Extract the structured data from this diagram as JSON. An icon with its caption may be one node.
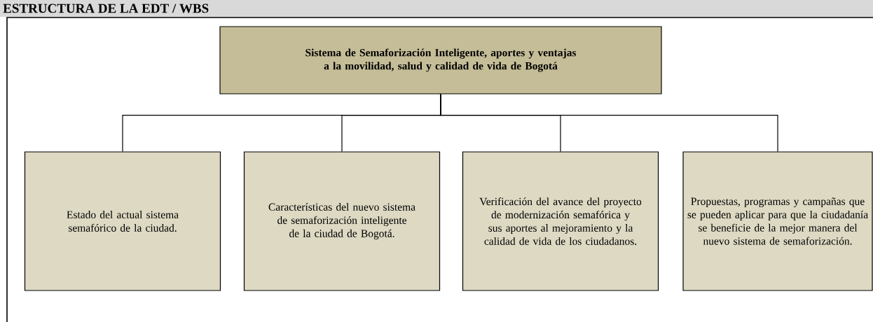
{
  "diagram": {
    "title": "ESTRUCTURA DE LA EDT / WBS",
    "nodes": [
      {
        "text": [
          "**Sistema de Semaforización Inteligente, aportes y ventajas a la movilidad, salud y calidad de vida de Bogotá**"
        ]
      },
      {
        "text": [
          "Estado del actual sistema semafórico de la ciudad."
        ]
      },
      {
        "text": [
          "Características del nuevo sistema de semaforización inteligente de la ciudad de Bogotá."
        ]
      },
      {
        "text": [
          "Verificación del avance del proyecto de modernización semafórica y sus aportes al mejoramiento y la calidad de vida de los ciudadanos."
        ]
      },
      {
        "text": [
          "Propuestas, programas y campañas que se pueden aplicar para que la ciudadanía se beneficie de la mejor manera del nuevo sistema de semaforización."
        ]
      }
    ],
    "edges": [
      {
        "from": 0,
        "to": 1,
        "arrow": "none"
      },
      {
        "from": 0,
        "to": 2,
        "arrow": "none"
      },
      {
        "from": 0,
        "to": 3,
        "arrow": "none"
      },
      {
        "from": 0,
        "to": 4,
        "arrow": "none"
      }
    ]
  }
}
